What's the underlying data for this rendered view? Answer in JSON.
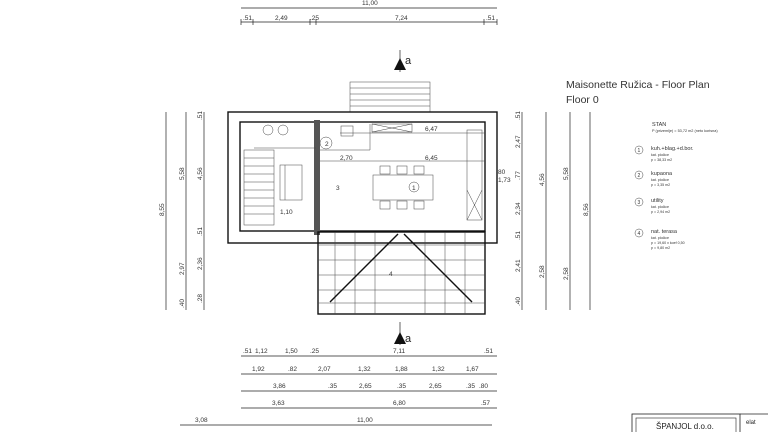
{
  "title": "Maisonette Ružica - Floor Plan",
  "subtitle": "Floor 0",
  "section_mark": "a",
  "dims_top": {
    "total": "11,00",
    "segments": [
      ".51",
      "2,49",
      ".25",
      "7,24",
      ".51"
    ]
  },
  "dims_bottom": {
    "row1": [
      ".51",
      "1,12",
      "1,50",
      ".25",
      "7,11",
      ".51"
    ],
    "row2": [
      "1,92",
      ".82",
      "2,07",
      "1,32",
      "1,88",
      "1,32",
      "1,67"
    ],
    "row3": [
      "3,86",
      ".35",
      "2,65",
      ".35",
      "2,65",
      ".35",
      ".80"
    ],
    "row4": [
      "3,63",
      "6,80",
      ".57"
    ],
    "row5": [
      "3,08",
      "11,00"
    ]
  },
  "dims_left": {
    "outer": "8,55",
    "mid": [
      "5,58",
      "2,97",
      ".40"
    ],
    "inner": [
      ".51",
      "4,56",
      ".51",
      "2,36",
      ".28"
    ]
  },
  "dims_right": {
    "inner": [
      ".51",
      "2,47",
      ".77",
      "2,34",
      ".51",
      "2,41",
      ".40"
    ],
    "mid": [
      "4,56",
      "2,58"
    ],
    "outer": [
      "5,58",
      "2,58"
    ],
    "total": "8,56"
  },
  "plan_labels": {
    "room1": "1",
    "room2": "2",
    "room3": "3",
    "room4": "4",
    "d1": "6,47",
    "d2": "6,45",
    "d3": "2,70",
    "d4": "1,73",
    "d5": "80",
    "d6": "1,10"
  },
  "legend": {
    "heading": "STAN",
    "heading_sub": "P (prizemlje) = 53,72 m2 (neto korisna)",
    "items": [
      {
        "num": "1",
        "name": "kuh.+blag.+d.bor.",
        "floor": "kat. pločice",
        "area": "p = 38,33 m2"
      },
      {
        "num": "2",
        "name": "kupaona",
        "floor": "kat. pločice",
        "area": "p = 3,35 m2"
      },
      {
        "num": "3",
        "name": "utility",
        "floor": "kat. pločice",
        "area": "p = 2,94 m2"
      },
      {
        "num": "4",
        "name": "nat. terasa",
        "floor": "kat. pločice",
        "area": "p = 19,60 x koef 0,50",
        "area2": "p = 9,80 m2"
      }
    ]
  },
  "title_block": {
    "company": "ŠPANJOL d.o.o.",
    "side": "elat"
  }
}
